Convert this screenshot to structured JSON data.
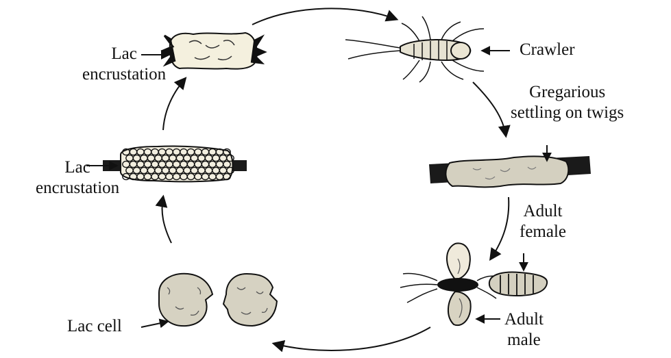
{
  "labels": {
    "lac_encrustation_top": [
      "Lac",
      "encrustation"
    ],
    "lac_encrustation_left": [
      "Lac",
      "encrustation"
    ],
    "crawler": "Crawler",
    "gregarious": [
      "Gregarious",
      "settling on twigs"
    ],
    "adult_female": [
      "Adult",
      "female"
    ],
    "adult_male": [
      "Adult",
      "male"
    ],
    "lac_cell": "Lac cell"
  },
  "colors": {
    "ink": "#111111",
    "lac": "#d4d0c0",
    "lac_light": "#f4f0de",
    "twig": "#1a1a1a"
  }
}
